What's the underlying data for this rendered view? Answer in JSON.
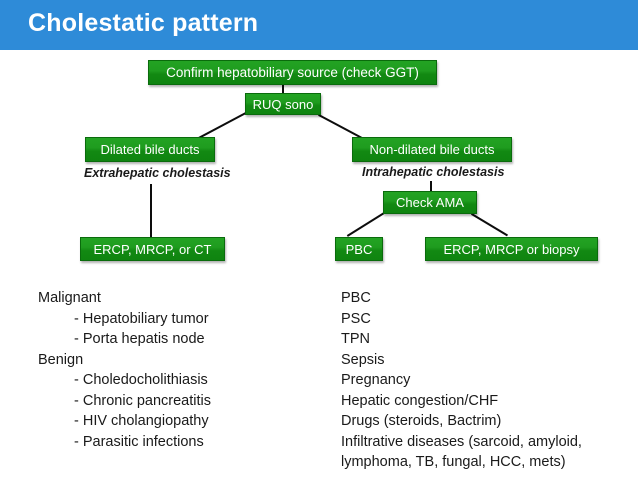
{
  "slide": {
    "title": "Cholestatic pattern",
    "header_color": "#2e8bd8",
    "node_color": "#1f9c1f",
    "node_border_color": "#0a6b0c"
  },
  "flowchart": {
    "nodes": [
      {
        "id": "confirm",
        "label": "Confirm hepatobiliary source (check GGT)"
      },
      {
        "id": "ruq",
        "label": "RUQ sono"
      },
      {
        "id": "dilated",
        "label": "Dilated bile ducts"
      },
      {
        "id": "nondilated",
        "label": "Non-dilated bile ducts"
      },
      {
        "id": "check-ama",
        "label": "Check AMA"
      },
      {
        "id": "ercp-mrcp-ct",
        "label": "ERCP, MRCP, or CT"
      },
      {
        "id": "pbc",
        "label": "PBC"
      },
      {
        "id": "ercp-biopsy",
        "label": "ERCP, MRCP or biopsy"
      }
    ],
    "captions": [
      {
        "id": "extrahepatic",
        "label": "Extrahepatic cholestasis"
      },
      {
        "id": "intrahepatic",
        "label": "Intrahepatic cholestasis"
      }
    ]
  },
  "left_list": {
    "lines": [
      {
        "text": "Malignant",
        "indent": false
      },
      {
        "text": "- Hepatobiliary tumor",
        "indent": true
      },
      {
        "text": "- Porta hepatis node",
        "indent": true
      },
      {
        "text": "Benign",
        "indent": false
      },
      {
        "text": "- Choledocholithiasis",
        "indent": true
      },
      {
        "text": "- Chronic pancreatitis",
        "indent": true
      },
      {
        "text": "- HIV cholangiopathy",
        "indent": true
      },
      {
        "text": "- Parasitic infections",
        "indent": true
      }
    ]
  },
  "right_list": {
    "lines": [
      {
        "text": "PBC",
        "indent": false
      },
      {
        "text": "PSC",
        "indent": false
      },
      {
        "text": "TPN",
        "indent": false
      },
      {
        "text": "Sepsis",
        "indent": false
      },
      {
        "text": "Pregnancy",
        "indent": false
      },
      {
        "text": "Hepatic congestion/CHF",
        "indent": false
      },
      {
        "text": "Drugs (steroids, Bactrim)",
        "indent": false
      },
      {
        "text": "Infiltrative diseases (sarcoid, amyloid,",
        "indent": false
      },
      {
        "text": "lymphoma, TB, fungal, HCC, mets)",
        "indent": false
      }
    ]
  }
}
